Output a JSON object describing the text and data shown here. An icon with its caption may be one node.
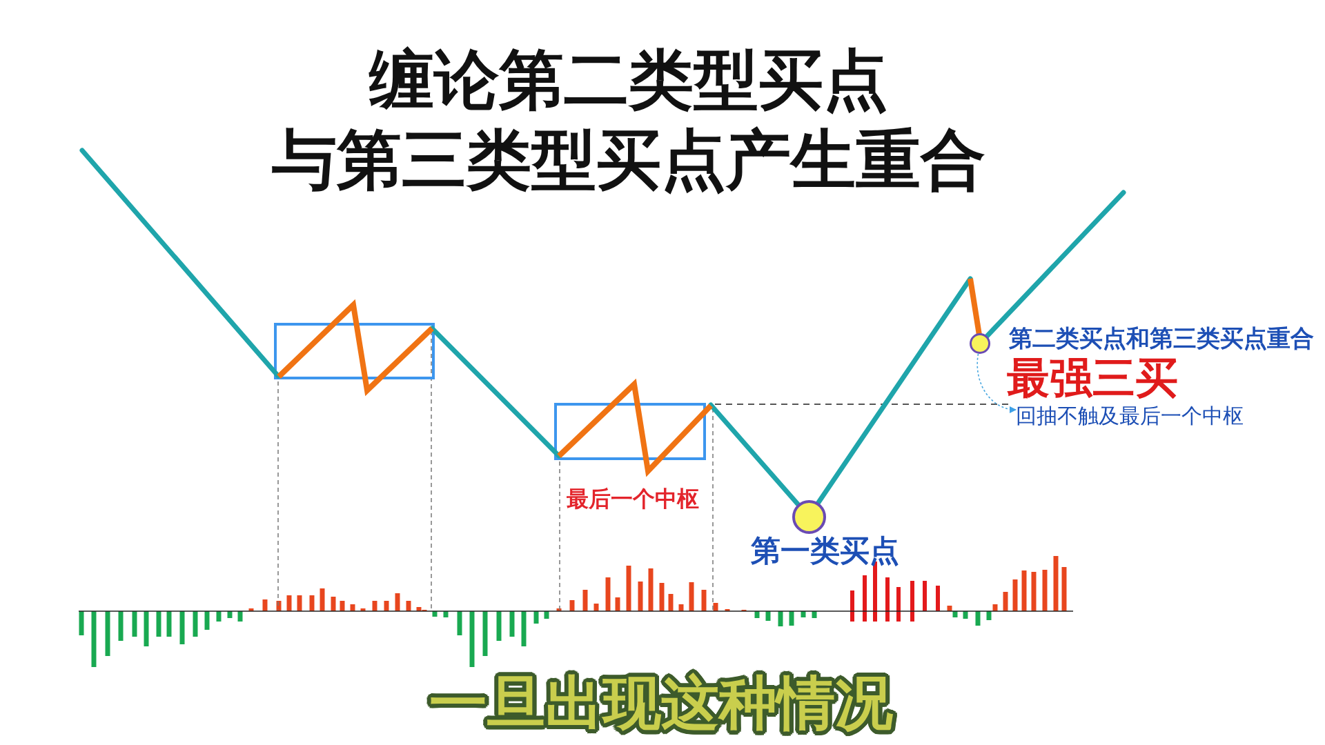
{
  "diagram": {
    "title": "缠论第二类型买点与第三类型买点产生重合",
    "caption": "一旦出现这种情况",
    "nodes": [
      {
        "text": [],
        "shape": "circle",
        "beside": [
          "第一类买点"
        ]
      },
      {
        "text": [],
        "shape": "circle",
        "beside": [
          "第二类买点和第三类买点重合",
          "最强三买"
        ]
      },
      {
        "text": [
          "回抽不触及最后一个中枢"
        ]
      }
    ],
    "edges": [
      {
        "from": 1,
        "to": 2,
        "arrow": "to",
        "style": "dashed"
      }
    ],
    "labels": [
      "最后一个中枢"
    ]
  }
}
